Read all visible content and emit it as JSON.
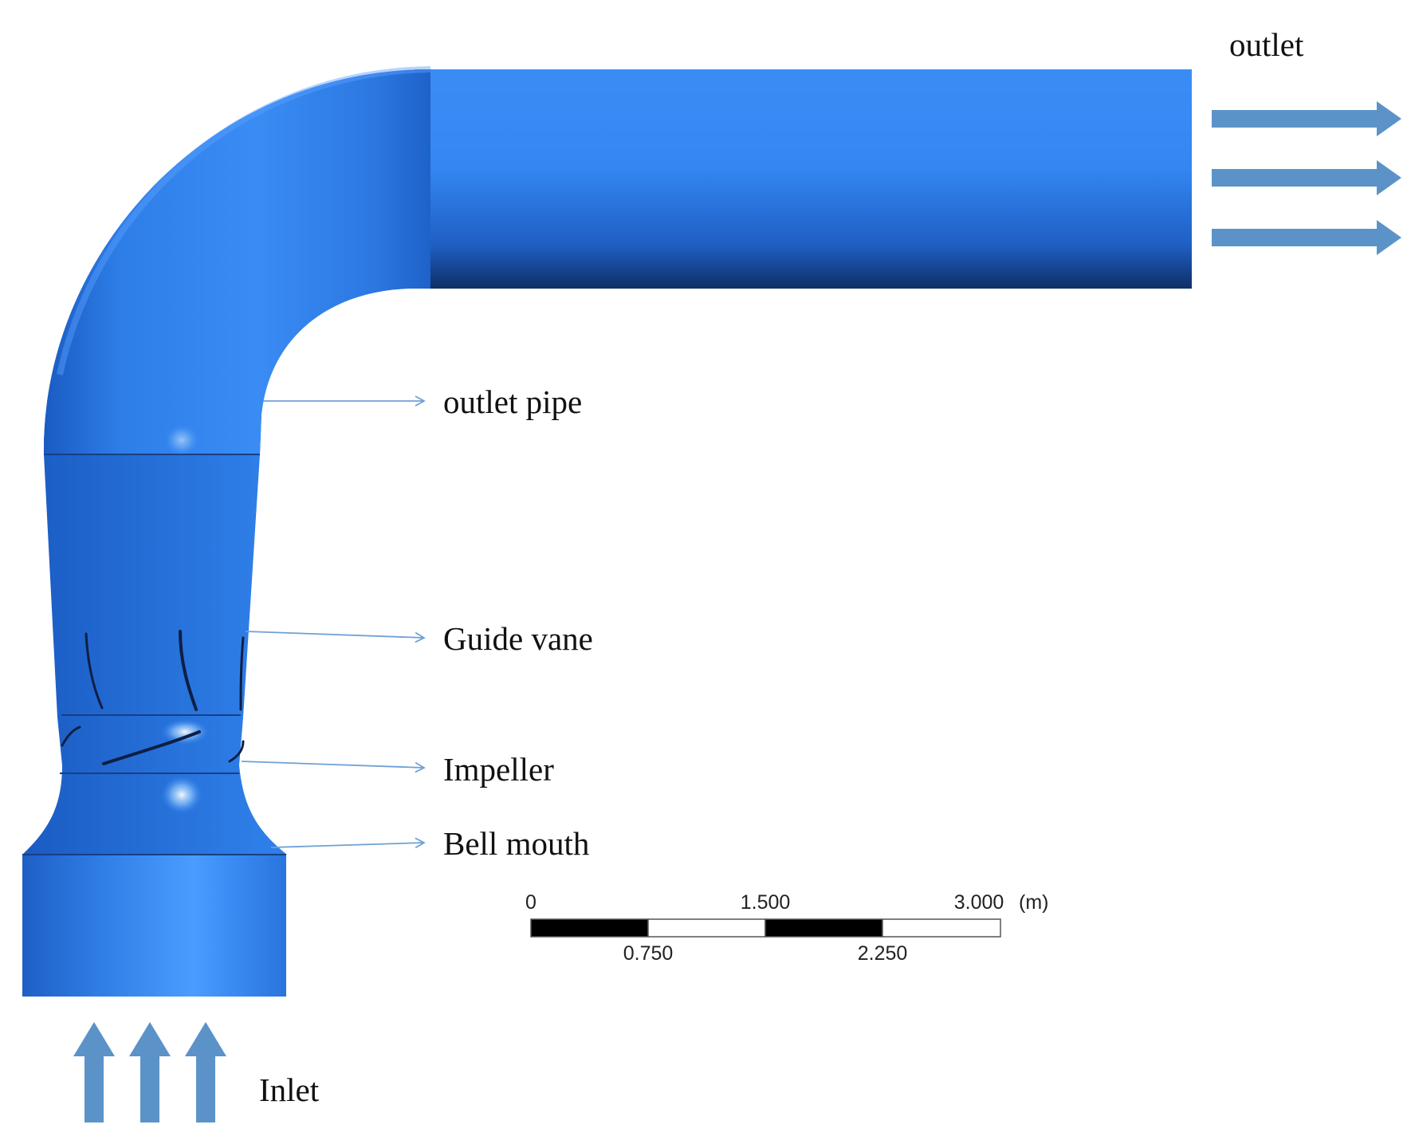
{
  "labels": {
    "outlet": "outlet",
    "outlet_pipe": "outlet pipe",
    "guide_vane": "Guide vane",
    "impeller": "Impeller",
    "bell_mouth": "Bell mouth",
    "inlet": "Inlet"
  },
  "scale_bar": {
    "unit": "(m)",
    "ticks_top": [
      "0",
      "1.500",
      "3.000"
    ],
    "ticks_bottom": [
      "0.750",
      "2.250"
    ],
    "segments": [
      "black",
      "white",
      "black",
      "white"
    ]
  },
  "arrows": {
    "outlet_count": 3,
    "inlet_count": 3
  },
  "colors": {
    "pump_body": "#2f7fe8",
    "pump_highlight": "#5aa6ff",
    "pump_shadow": "#0f2f66",
    "flow_arrow": "#5b93c9",
    "leader_line": "#6fa0d6"
  }
}
